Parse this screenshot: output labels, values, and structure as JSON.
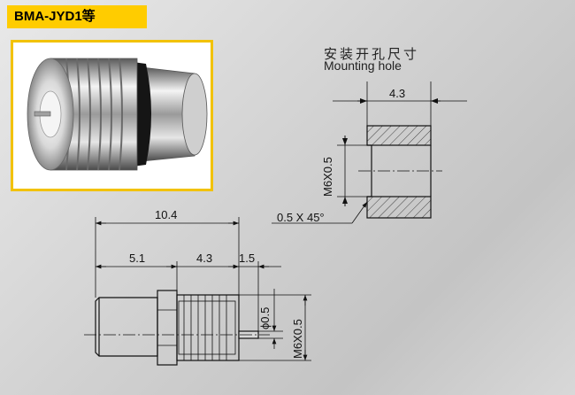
{
  "product": {
    "model": "BMA-JYD1等"
  },
  "mounting": {
    "title_cn": "安装开孔尺寸",
    "title_en": "Mounting hole",
    "width": "4.3",
    "thread": "M6X0.5",
    "chamfer": "0.5 X 45°"
  },
  "drawing": {
    "overall_length": "10.4",
    "body_length": "5.1",
    "thread_length": "4.3",
    "pin_length": "1.5",
    "pin_diameter": "ϕ0.5",
    "thread": "M6X0.5"
  }
}
